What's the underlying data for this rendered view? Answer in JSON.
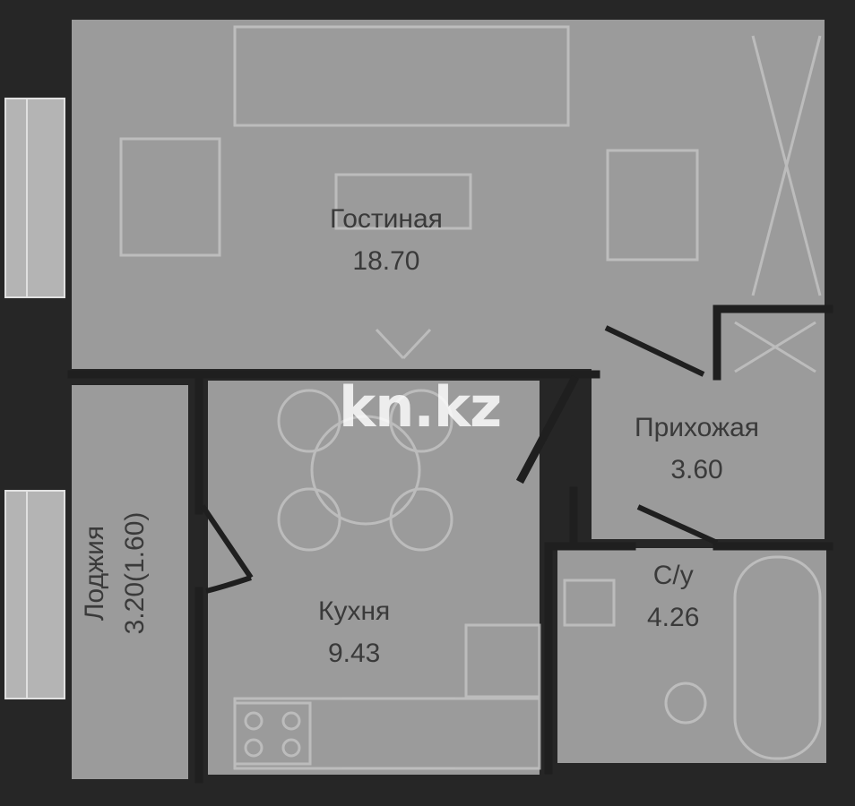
{
  "colors": {
    "wall": "#1f1f1f",
    "floor": "#9a9a9a",
    "furniture_line": "#c4c4c4",
    "label": "#3a3a3a"
  },
  "rooms": {
    "living": {
      "name": "Гостиная",
      "area": "18.70"
    },
    "hallway": {
      "name": "Прихожая",
      "area": "3.60"
    },
    "kitchen": {
      "name": "Кухня",
      "area": "9.43"
    },
    "bathroom": {
      "name": "С/у",
      "area": "4.26"
    },
    "loggia": {
      "name": "Лоджия",
      "area": "3.20(1.60)"
    }
  },
  "watermark": "kn.kz"
}
